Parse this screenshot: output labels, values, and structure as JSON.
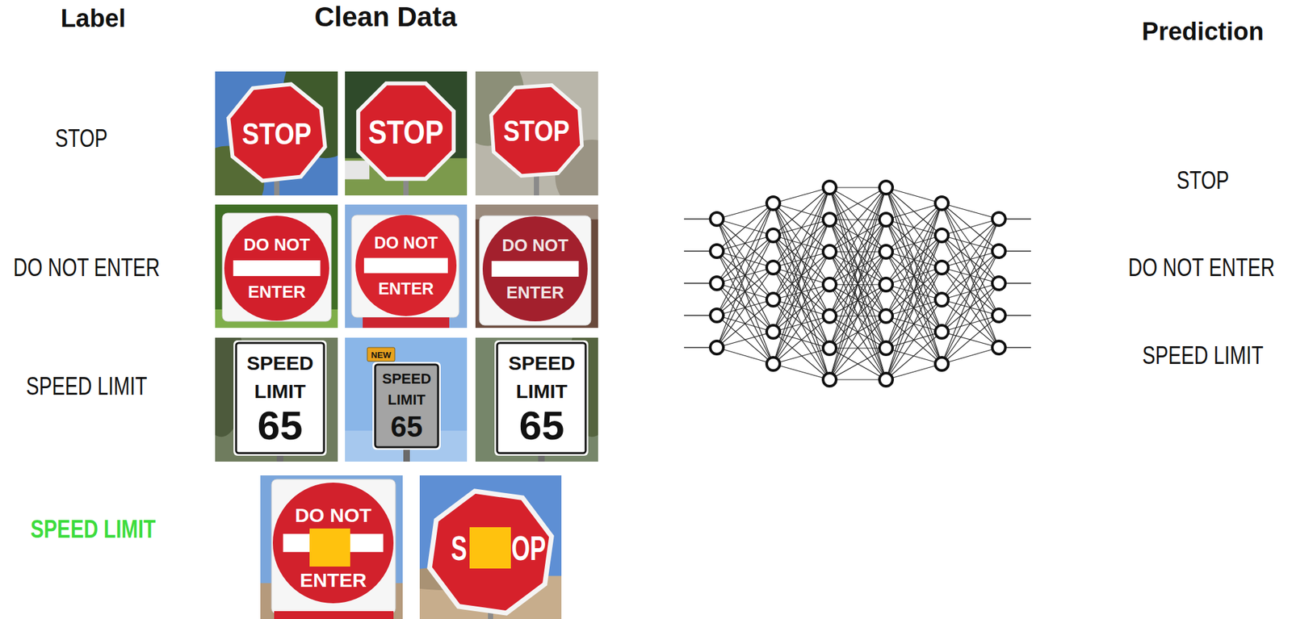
{
  "diagram": {
    "labels": [
      "Label",
      "Clean Data",
      "Prediction",
      "STOP",
      "DO NOT ENTER",
      "SPEED LIMIT",
      "SPEED LIMIT",
      "STOP",
      "DO NOT ENTER",
      "SPEED LIMIT",
      "STOP",
      "STOP",
      "STOP",
      "DO NOT",
      "ENTER",
      "DO NOT",
      "ENTER",
      "DO NOT",
      "ENTER",
      "SPEED",
      "LIMIT",
      "65",
      "NEW",
      "SPEED",
      "LIMIT",
      "65",
      "SPEED",
      "LIMIT",
      "65",
      "DO NOT",
      "ENTER",
      "S",
      "OP"
    ]
  }
}
